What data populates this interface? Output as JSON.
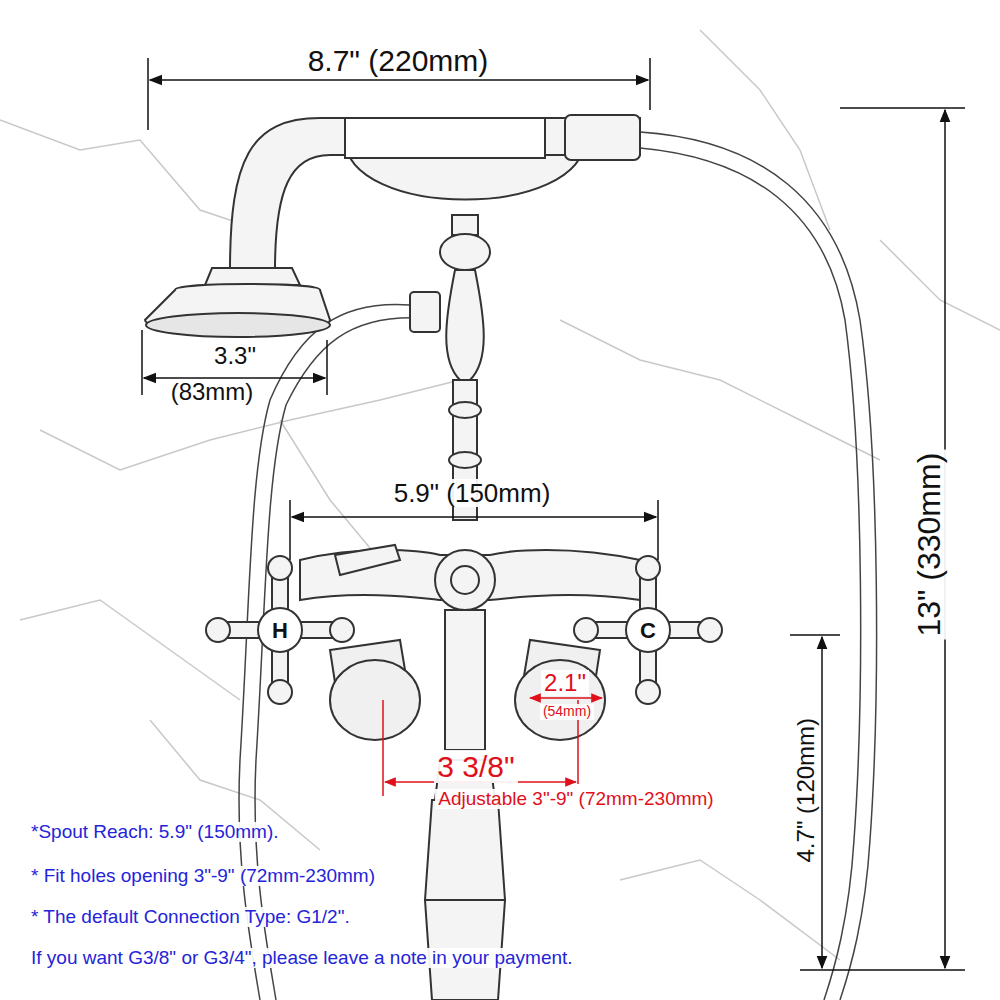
{
  "diagram": {
    "labels": [
      "8.7\" (220mm)",
      "3.3\"",
      "(83mm)",
      "5.9\" (150mm)",
      "H",
      "C",
      "2.1\"",
      "(54mm)",
      "3 3/8\"",
      "Adjustable 3\"-9\" (72mm-230mm)",
      "13\" (330mm)",
      "4.7\" (120mm)",
      "*Spout Reach: 5.9\" (150mm).",
      "* Fit holes opening 3\"-9\" (72mm-230mm)",
      "* The default Connection Type: G1/2\".",
      "If you want G3/8\" or G3/4\", please leave a note in your payment."
    ]
  }
}
